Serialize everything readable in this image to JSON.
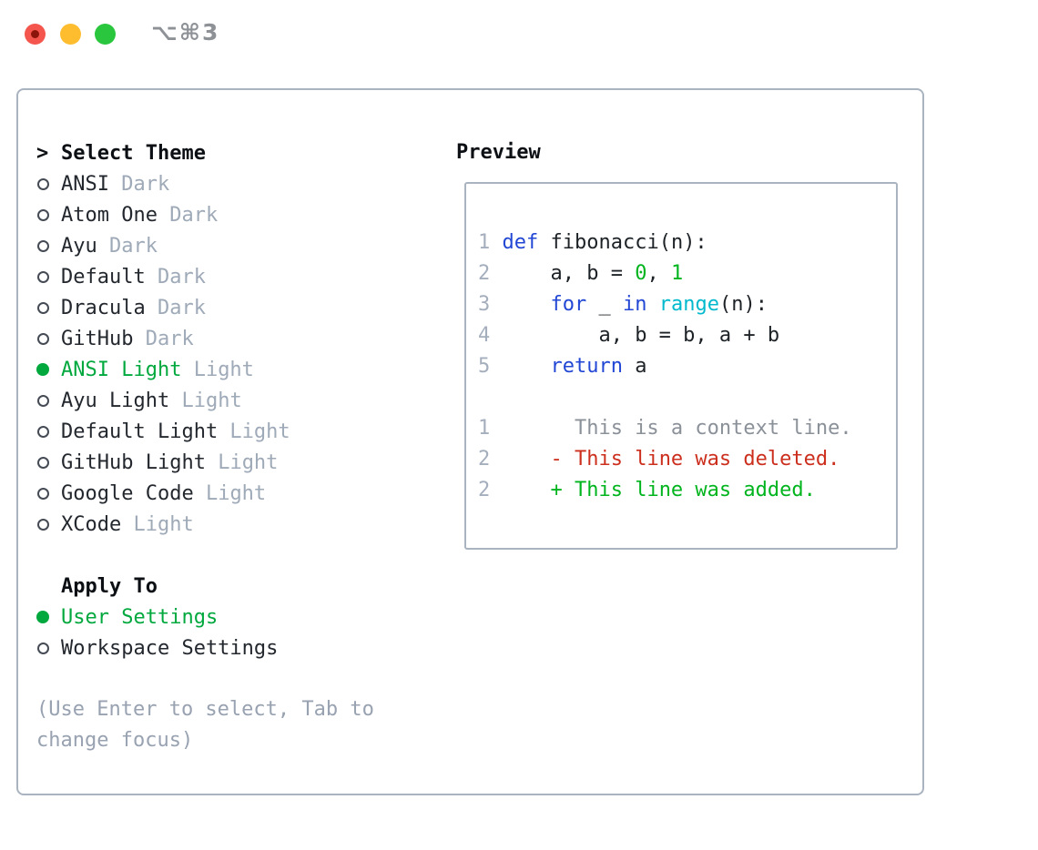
{
  "window": {
    "shortcut": "⌥⌘3"
  },
  "colors": {
    "accent_green": "#00a83e",
    "keyword_blue": "#2247d4",
    "function_cyan": "#00b9cd",
    "literal_green": "#00b41e",
    "deleted_red": "#cc2f1e",
    "added_green": "#00b41e",
    "variant_gray": "#9faab8",
    "line_number_gray": "#a4aebc",
    "context_gray": "#8b9199",
    "help_gray": "#98a2b1",
    "panel_border": "#aab3c0",
    "traffic_red": "#f4554c",
    "traffic_yellow": "#fdbd2f",
    "traffic_green": "#2ac73e"
  },
  "theme_selector": {
    "prompt": ">",
    "title": "Select Theme",
    "themes": [
      {
        "name": "ANSI",
        "variant": "Dark",
        "selected": false
      },
      {
        "name": "Atom One",
        "variant": "Dark",
        "selected": false
      },
      {
        "name": "Ayu",
        "variant": "Dark",
        "selected": false
      },
      {
        "name": "Default",
        "variant": "Dark",
        "selected": false
      },
      {
        "name": "Dracula",
        "variant": "Dark",
        "selected": false
      },
      {
        "name": "GitHub",
        "variant": "Dark",
        "selected": false
      },
      {
        "name": "ANSI Light",
        "variant": "Light",
        "selected": true
      },
      {
        "name": "Ayu Light",
        "variant": "Light",
        "selected": false
      },
      {
        "name": "Default Light",
        "variant": "Light",
        "selected": false
      },
      {
        "name": "GitHub Light",
        "variant": "Light",
        "selected": false
      },
      {
        "name": "Google Code",
        "variant": "Light",
        "selected": false
      },
      {
        "name": "XCode",
        "variant": "Light",
        "selected": false
      }
    ],
    "apply_to": {
      "title": "Apply To",
      "options": [
        {
          "name": "User Settings",
          "selected": true
        },
        {
          "name": "Workspace Settings",
          "selected": false
        }
      ]
    },
    "help_lines": [
      "(Use Enter to select, Tab to",
      "change focus)"
    ]
  },
  "preview": {
    "title": "Preview",
    "code_lines": [
      {
        "segments": [
          {
            "c": "ln",
            "t": "1"
          },
          {
            "c": "tx",
            "t": " "
          },
          {
            "c": "kw",
            "t": "def"
          },
          {
            "c": "tx",
            "t": " fibonacci(n):"
          }
        ]
      },
      {
        "segments": [
          {
            "c": "ln",
            "t": "2"
          },
          {
            "c": "tx",
            "t": "     a, b = "
          },
          {
            "c": "num",
            "t": "0"
          },
          {
            "c": "tx",
            "t": ", "
          },
          {
            "c": "num",
            "t": "1"
          }
        ]
      },
      {
        "segments": [
          {
            "c": "ln",
            "t": "3"
          },
          {
            "c": "tx",
            "t": "     "
          },
          {
            "c": "kw",
            "t": "for"
          },
          {
            "c": "tx",
            "t": " _ "
          },
          {
            "c": "kw",
            "t": "in"
          },
          {
            "c": "tx",
            "t": " "
          },
          {
            "c": "fn",
            "t": "range"
          },
          {
            "c": "tx",
            "t": "(n):"
          }
        ]
      },
      {
        "segments": [
          {
            "c": "ln",
            "t": "4"
          },
          {
            "c": "tx",
            "t": "         a, b = b, a + b"
          }
        ]
      },
      {
        "segments": [
          {
            "c": "ln",
            "t": "5"
          },
          {
            "c": "tx",
            "t": "     "
          },
          {
            "c": "kw",
            "t": "return"
          },
          {
            "c": "tx",
            "t": " a"
          }
        ]
      },
      {
        "segments": []
      },
      {
        "segments": [
          {
            "c": "ln",
            "t": "1"
          },
          {
            "c": "ctx",
            "t": "       This is a context line."
          }
        ]
      },
      {
        "segments": [
          {
            "c": "ln",
            "t": "2"
          },
          {
            "c": "tx",
            "t": "     "
          },
          {
            "c": "del",
            "t": "- This line was deleted."
          }
        ]
      },
      {
        "segments": [
          {
            "c": "ln",
            "t": "2"
          },
          {
            "c": "tx",
            "t": "     "
          },
          {
            "c": "add",
            "t": "+ This line was added."
          }
        ]
      }
    ]
  }
}
